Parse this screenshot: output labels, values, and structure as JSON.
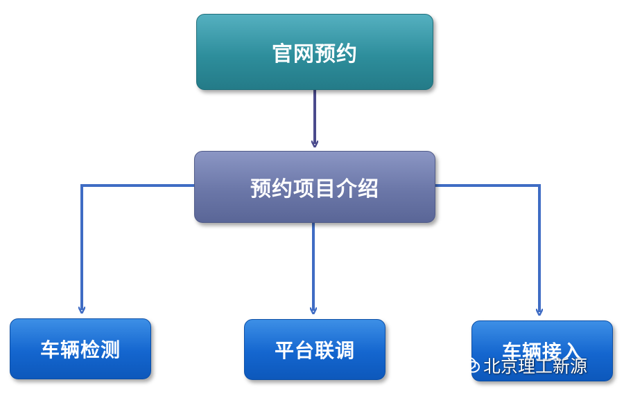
{
  "diagram": {
    "top_node": {
      "label": "官网预约"
    },
    "mid_node": {
      "label": "预约项目介绍"
    },
    "leaf_nodes": [
      {
        "label": "车辆检测"
      },
      {
        "label": "平台联调"
      },
      {
        "label": "车辆接入"
      }
    ],
    "edges": [
      {
        "from": "官网预约",
        "to": "预约项目介绍"
      },
      {
        "from": "预约项目介绍",
        "to": "车辆检测"
      },
      {
        "from": "预约项目介绍",
        "to": "平台联调"
      },
      {
        "from": "预约项目介绍",
        "to": "车辆接入"
      }
    ],
    "colors": {
      "top_node": "#2e8e9c",
      "mid_node": "#6b77a8",
      "leaf_node": "#1466cf",
      "arrow_top": "#4a4a8c",
      "arrow_branch": "#3f6cc4"
    }
  },
  "watermark": {
    "icon": "wechat-icon",
    "text": "北京理工新源"
  }
}
